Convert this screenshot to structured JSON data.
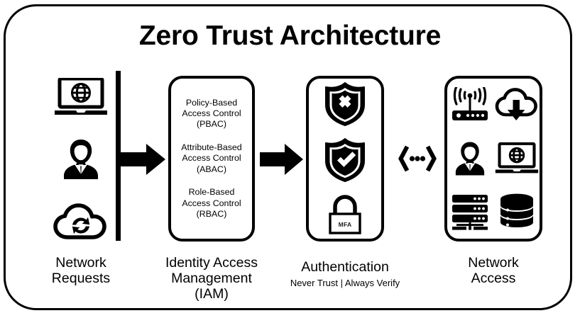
{
  "diagram": {
    "title": "Zero Trust Architecture",
    "frame_color": "#000000",
    "background_color": "#ffffff"
  },
  "columns": [
    {
      "id": "network-requests",
      "caption_line1": "Network",
      "caption_line2": "Requests",
      "icons": [
        "laptop-globe-icon",
        "user-icon",
        "cloud-sync-icon"
      ]
    },
    {
      "id": "iam",
      "caption_line1": "Identity Access",
      "caption_line2": "Management (IAM)",
      "items": [
        {
          "line1": "Policy-Based",
          "line2": "Access Control",
          "line3": "(PBAC)"
        },
        {
          "line1": "Attribute-Based",
          "line2": "Access Control",
          "line3": "(ABAC)"
        },
        {
          "line1": "Role-Based",
          "line2": "Access Control",
          "line3": "(RBAC)"
        }
      ]
    },
    {
      "id": "authentication",
      "caption_line1": "Authentication",
      "subtitle": "Never Trust  |  Always Verify",
      "icons": [
        "shield-deny-icon",
        "shield-approve-icon",
        "padlock-mfa-icon"
      ],
      "padlock_label": "MFA"
    },
    {
      "id": "network-access",
      "caption_line1": "Network",
      "caption_line2": "Access",
      "icons": [
        "wifi-router-icon",
        "cloud-download-icon",
        "user-icon",
        "laptop-globe-icon",
        "server-rack-icon",
        "database-icon"
      ]
    }
  ],
  "connectors": [
    {
      "id": "arrow-requests-to-iam",
      "type": "block-arrow-right"
    },
    {
      "id": "arrow-iam-to-auth",
      "type": "block-arrow-right"
    },
    {
      "id": "connector-auth-to-access",
      "type": "bidirectional-dots"
    },
    {
      "id": "divider-bar",
      "type": "vertical-bar"
    }
  ]
}
